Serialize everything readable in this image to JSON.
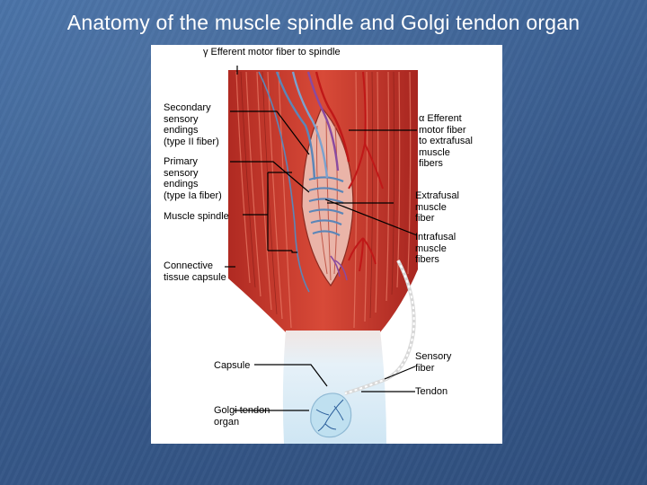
{
  "slide": {
    "title": "Anatomy of the muscle spindle and Golgi tendon organ"
  },
  "labels": {
    "gamma_efferent": "γ Efferent motor fiber to spindle",
    "secondary_endings": "Secondary\nsensory\nendings\n(type II fiber)",
    "primary_endings": "Primary\nsensory\nendings\n(type Ia fiber)",
    "muscle_spindle": "Muscle spindle",
    "connective_capsule": "Connective\ntissue capsule",
    "alpha_efferent": "α Efferent\nmotor fiber\nto extrafusal\nmuscle\nfibers",
    "extrafusal": "Extrafusal\nmuscle\nfiber",
    "intrafusal": "Intrafusal\nmuscle\nfibers",
    "capsule": "Capsule",
    "sensory_fiber": "Sensory\nfiber",
    "tendon": "Tendon",
    "golgi_organ": "Golgi tendon\norgan"
  },
  "colors": {
    "background": "#3a5f92",
    "muscle": "#c83a2c",
    "tendon": "#dcecf6",
    "nerve_blue": "#5b86b8",
    "nerve_red": "#c01818",
    "nerve_purple": "#8a4aa0"
  }
}
